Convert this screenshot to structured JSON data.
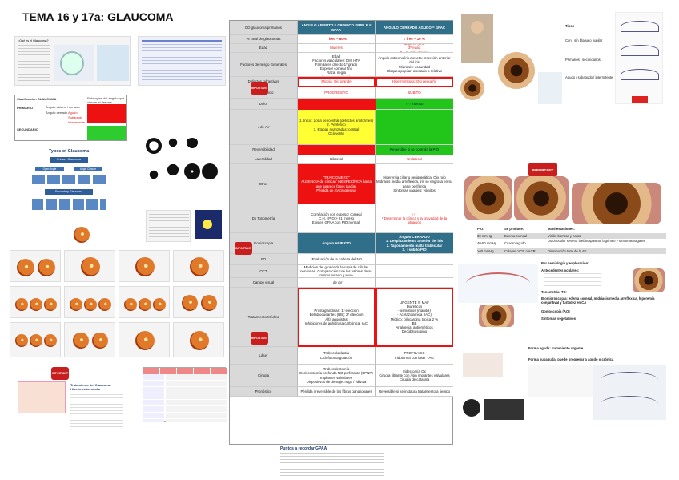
{
  "page_title": "TEMA 16 y 17a: GLAUCOMA",
  "table": {
    "header": [
      "DD glaucoma primarios",
      "ÁNGULO ABIERTO = CRÓNICO SIMPLE = GPAA",
      "ÁNGULO CERRADO AGUDO = GPAC"
    ],
    "rows": [
      {
        "label": "% Total de glaucomas",
        "a": "↑ frec = 80%",
        "b": "↓ frec = 10 %"
      },
      {
        "label": "Edad",
        "a": "Mujeres",
        "b": "Mujeres (3/4)\n3ª edad\n0,1 % raza nipona"
      },
      {
        "label": "Factores de riesgo",
        "sub": "Generales",
        "a": "↑ PIO\nEdad\nFactores vasculares: DM, HTA\nFamiliares directo 1º grado\nEspesor corneal fino\nRaza: negra\nFármacos: corticoides",
        "b": "Ángulo estrecho/iris meseta: inserción anterior del iris\nMidriasis: oscuridad\nBloqueo pupilar: afectado o relativo"
      },
      {
        "label": "",
        "sub": "Defectos refractivos",
        "a": "Miopía: Ojo grande",
        "b": "Hipermetropía: Ojo pequeño"
      },
      {
        "label": "Clínica",
        "sub": "Inicio",
        "a": "PROGRESIVO",
        "b": "SÚBITO"
      },
      {
        "label": "",
        "sub": "Dolor",
        "a": "",
        "b": "↑↑↑ intenso"
      },
      {
        "label": "",
        "sub": "↓ de AV",
        "a": "1. Inicio: Zona pericentral (defectos arciformes)\n2. Periférico\n3. Etapas avanzadas: central\nOcluyente",
        "b": ""
      },
      {
        "label": "",
        "sub": "Reversibilidad",
        "a": "",
        "b": "Reversible si se controla la PIO"
      },
      {
        "label": "",
        "sub": "Lateralidad",
        "a": "Bilateral",
        "b": "Unilateral"
      },
      {
        "label": "",
        "sub": "Otros",
        "a": "\"TRAICIONERO\"\nAUSENCIA de clínica / INESPECÍFICA hasta que aparece fases tardías\nPérdida de AV progresiva",
        "b": "Hiperemia ciliar o periquerática: Ojo rojo\nMidriasis media arreflexica, iris se engrosa en su parte periférica\nSíntomas vagales: vómitos"
      },
      {
        "label": "Dx",
        "sub": "Tonometría",
        "a": "Correlación con espesor corneal\nC.H. ↑PIO > 21 mmHg\nExisten GPAA con PIO normal!",
        "b": "↑↑↑\n* Determinar la clínica y la gravedad de la situación"
      },
      {
        "label": "",
        "sub": "Gonioscopia",
        "a": "Ángulo ABIERTO",
        "b": "Ángulo CERRADO\n1. Desplazamiento anterior del iris\n2. Taponamiento malla trabecular\n3. ↑ súbito PIO"
      },
      {
        "label": "",
        "sub": "FO",
        "a": "*Evaluación de la cabeza del NO",
        "b": ""
      },
      {
        "label": "",
        "sub": "OCT",
        "a": "Medición del grosor de la capa de células nerviosas. Comparación con los valores de su mismo estado y sexo",
        "b": ""
      },
      {
        "label": "",
        "sub": "Campo visual",
        "a": "↓ de AV",
        "b": ""
      },
      {
        "label": "Tratamiento",
        "sub": "Médico",
        "a": "Prostaglandinas: 1ª elección\nBetabloqueantes (BB): 2ª elección\nAlfa agonistas\nInhibidores de anhidrasa carbónica: IAC",
        "b": "URGENTE !!! MAF\nDiuréticos\n- osmóticos (manitol)\n- Acetazolamida (IAC)\nMiótico: pilocarpina tópica 2 %\nBB\nAnalgesia, antieméticos\nDecúbito supino"
      },
      {
        "label": "",
        "sub": "Láser",
        "a": "Trabeculoplastia\nCiclofotocoagulación",
        "b": "PROFILAXIS\nIridotomía con láser YAG"
      },
      {
        "label": "",
        "sub": "Cirugía",
        "a": "Trabeculectomía\nEsclerectomía profunda NO perforante (EPNP)\nImplantes valvulares\nDispositivos de drenaje: ntigo / válvula",
        "b": "Iridectomía Qx\nCirugía filtrante con / sin implantes valvulares\nCirugía de catarata"
      },
      {
        "label": "Pronóstico",
        "sub": "",
        "a": "Pérdida irreversible de las fibras ganglionares",
        "b": "Reversible si se instaura tratamiento a tiempo"
      }
    ]
  },
  "left_top": {
    "title": "¿Qué es el Glaucoma?"
  },
  "classification": {
    "title": "Clasificación GLAUCOMA",
    "col2": "Patologías del ángulo que cierran el drenaje",
    "primary": "PRIMARIO",
    "secondary": "SECUNDARIO",
    "items": [
      "Ángulo abierto / cerrado",
      "Ángulo cerrado",
      "Agudo",
      "Subagudo",
      "Intermitente"
    ]
  },
  "types": {
    "title": "Types of Glaucoma",
    "primary": "Primary Glaucoma",
    "secondary": "Secondary Glaucoma",
    "open": "Open Angle",
    "closed": "Angle Closure"
  },
  "important_label": "IMPORTANT",
  "right_top": {
    "tipos": "Tipos",
    "t1": "Con / sin bloqueo pupilar",
    "t2": "Primarios / secundarios",
    "t3": "Agudo / subagudo / intermitente"
  },
  "pio_table": {
    "headers": [
      "PIO:",
      "Se produce:",
      "Manifestaciones:"
    ],
    "rows": [
      [
        "30 mmHg",
        "Edema corneal",
        "Visión borrosa y halos"
      ],
      [
        "40-50 mmHg",
        "Cuadro agudo",
        "Dolor ocular severo, blefarospasmo, lagrimeo y síntomas vagales"
      ],
      [
        ">60 mmHg",
        "Colapso VCR o ACR",
        "Disminución total de la AV"
      ]
    ]
  },
  "right_bullets": [
    "Por semiología y exploración:",
    "Antecedentes oculares:",
    "Tonometría: TO↑",
    "Biomicroscopia: edema corneal, midriasis media arreflexica, hiperemia conjuntival y turbidez en CA",
    "Gonioscopia (AO)",
    "Síntomas vegetativos"
  ],
  "right_forms": [
    "Forma aguda: tratamiento urgente",
    "Forma subaguda: puede progresar a agudo o crónica"
  ],
  "points": {
    "title": "Puntos a recordar GPAA"
  },
  "trat_title": "Tratamiento del Glaucoma: Hipertensión ocular",
  "colors": {
    "red": "#e11111",
    "green": "#22c61a",
    "teal": "#2f6f8a",
    "yellow": "#ffff33"
  }
}
